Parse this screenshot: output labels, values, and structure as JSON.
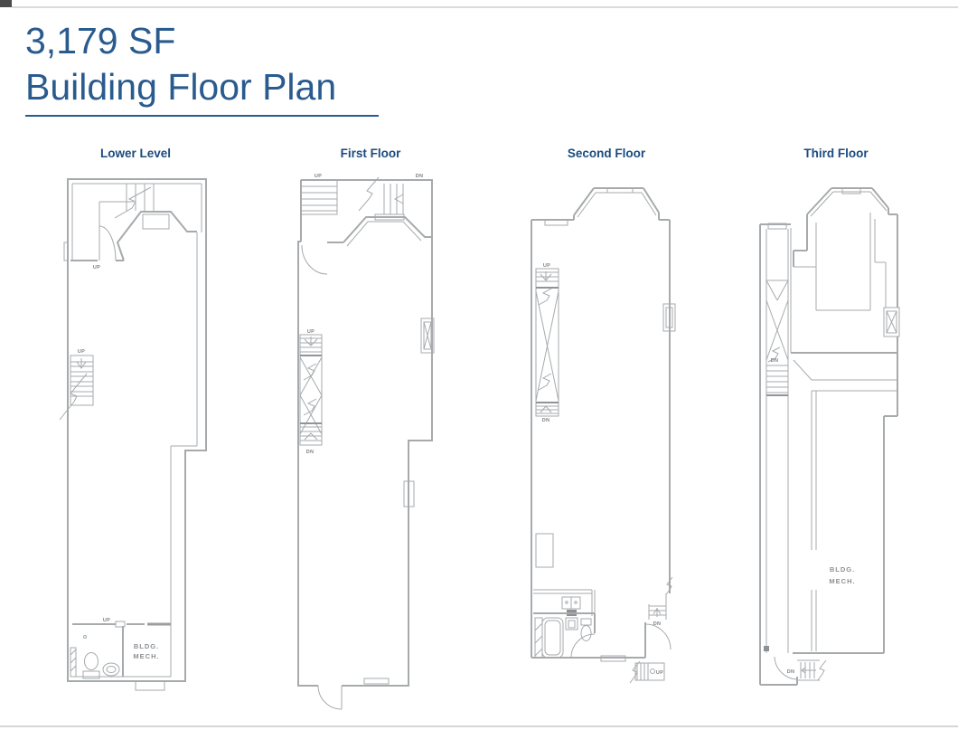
{
  "header": {
    "area": "3,179 SF",
    "title": "Building Floor Plan"
  },
  "colors": {
    "title_blue": "#2a5b8e",
    "floor_label_blue": "#1b4b80",
    "plan_line_gray": "#a7aaac",
    "annotation_gray": "#7e8285"
  },
  "floors": {
    "lower": {
      "label": "Lower Level",
      "up_entry": "UP",
      "up_stair": "UP",
      "up_bottom": "UP",
      "mech_line1": "BLDG.",
      "mech_line2": "MECH."
    },
    "first": {
      "label": "First Floor",
      "up_top": "UP",
      "dn_top": "DN",
      "up_stair": "UP",
      "dn_stair": "DN"
    },
    "second": {
      "label": "Second Floor",
      "up_stair": "UP",
      "dn_stair": "DN",
      "dn_right": "DN",
      "up_bottom": "UP"
    },
    "third": {
      "label": "Third Floor",
      "dn_stair": "DN",
      "dn_bottom": "DN",
      "mech_line1": "BLDG.",
      "mech_line2": "MECH."
    }
  }
}
